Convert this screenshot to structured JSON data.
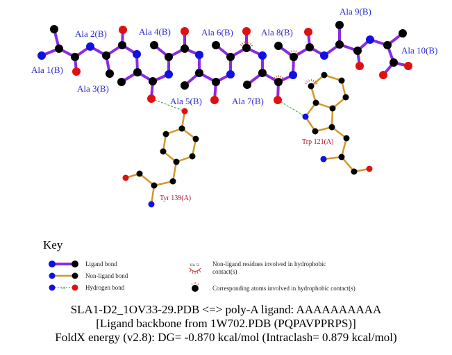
{
  "colors": {
    "ligand_bond": "#8a2be2",
    "nonligand_bond": "#d4962a",
    "hbond": "#2a9a2a",
    "carbon": "#000000",
    "nitrogen": "#1010e0",
    "oxygen": "#e01010",
    "hydrophobic": "#c03030",
    "residue_label": "#2a2ad0",
    "protein_label": "#b01030"
  },
  "ligand_residues": [
    "Ala 1(B)",
    "Ala 2(B)",
    "Ala 3(B)",
    "Ala 4(B)",
    "Ala 5(B)",
    "Ala 6(B)",
    "Ala 7(B)",
    "Ala 8(B)",
    "Ala 9(B)",
    "Ala 10(B)"
  ],
  "protein_residues": [
    "Tyr 139(A)",
    "Trp 121(A)"
  ],
  "key": {
    "title": "Key",
    "ligand_bond": "Ligand bond",
    "nonligand_bond": "Non-ligand bond",
    "hbond": "Hydrogen bond",
    "hbond_length": "3.0",
    "hydrophobic_residue_example": "His 53",
    "hydrophobic_residue": "Non-ligand residues involved in hydrophobic",
    "hydrophobic_residue_2": "contact(s)",
    "hydrophobic_atoms": "Corresponding atoms involved in hydrophobic contact(s)"
  },
  "caption": {
    "line1": "SLA1-D2_1OV33-29.PDB <=> poly-A ligand: AAAAAAAAAA",
    "line2": "[Ligand backbone from 1W702.PDB (PQPAVPPRPS)]",
    "line3": "FoldX energy (v2.8): DG= -0.870 kcal/mol (Intraclash= 0.879 kcal/mol)"
  }
}
